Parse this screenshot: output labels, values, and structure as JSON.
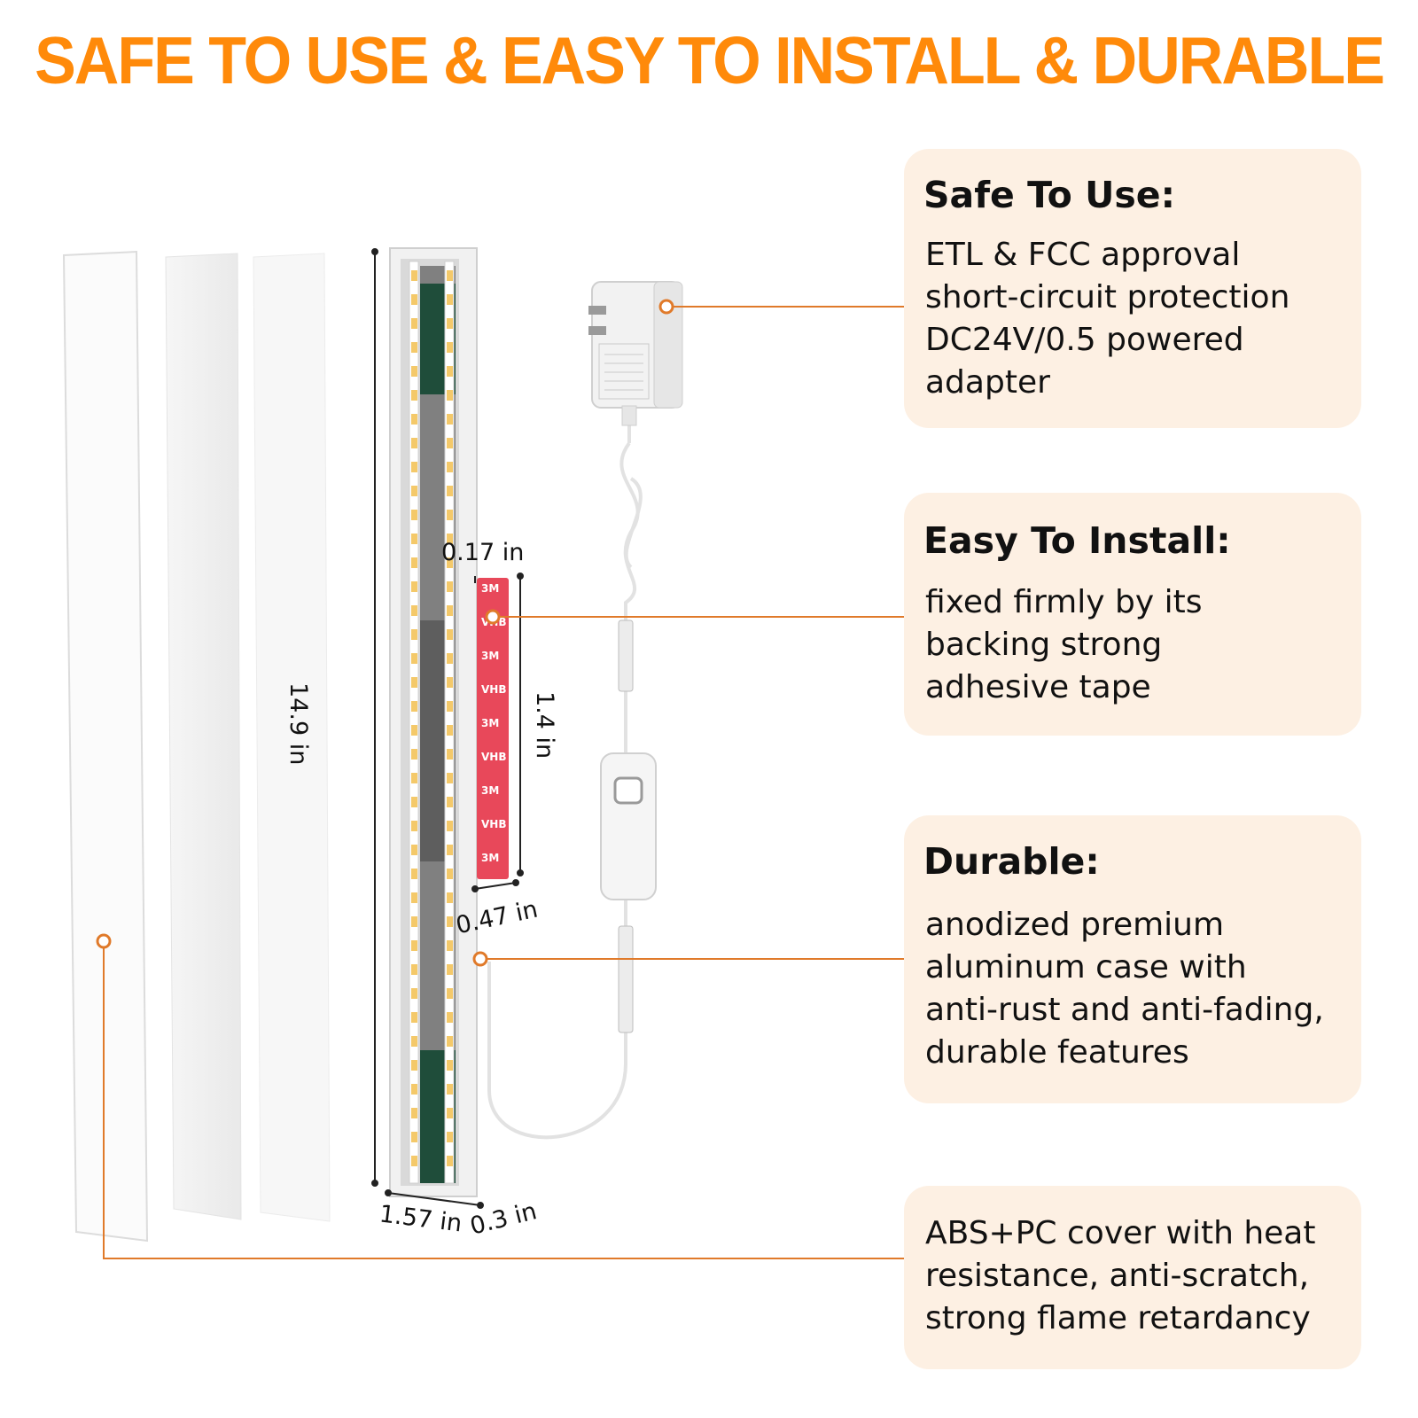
{
  "title": "SAFE TO USE & EASY TO INSTALL & DURABLE",
  "colors": {
    "accent": "#ff8a0a",
    "callout_line": "#e07a2a",
    "card_bg": "#fdf0e3",
    "adhesive": "#e8485a"
  },
  "cards": {
    "safe": {
      "heading": "Safe To Use:",
      "lines": [
        "ETL & FCC approval",
        "short-circuit protection",
        "DC24V/0.5 powered",
        "adapter"
      ]
    },
    "install": {
      "heading": "Easy To Install:",
      "lines": [
        "fixed firmly by its",
        "backing strong",
        "adhesive tape"
      ]
    },
    "durable": {
      "heading": "Durable:",
      "lines": [
        "anodized premium",
        "aluminum case with",
        "anti-rust and anti-fading,",
        "durable features"
      ]
    },
    "cover": {
      "lines": [
        "ABS+PC cover with heat",
        "resistance, anti-scratch,",
        "strong flame retardancy"
      ]
    }
  },
  "dimensions": {
    "length": "14.9 in",
    "width": "1.57 in",
    "depth": "0.3 in",
    "tape_thickness": "0.17 in",
    "tape_length": "1.4 in",
    "tape_width": "0.47 in"
  },
  "adhesive_tape_marks": [
    "3M",
    "VHB"
  ],
  "icons": [
    "power-adapter-icon",
    "inline-switch-icon",
    "led-bar-icon",
    "adhesive-tape-icon",
    "cover-strip-icon"
  ]
}
